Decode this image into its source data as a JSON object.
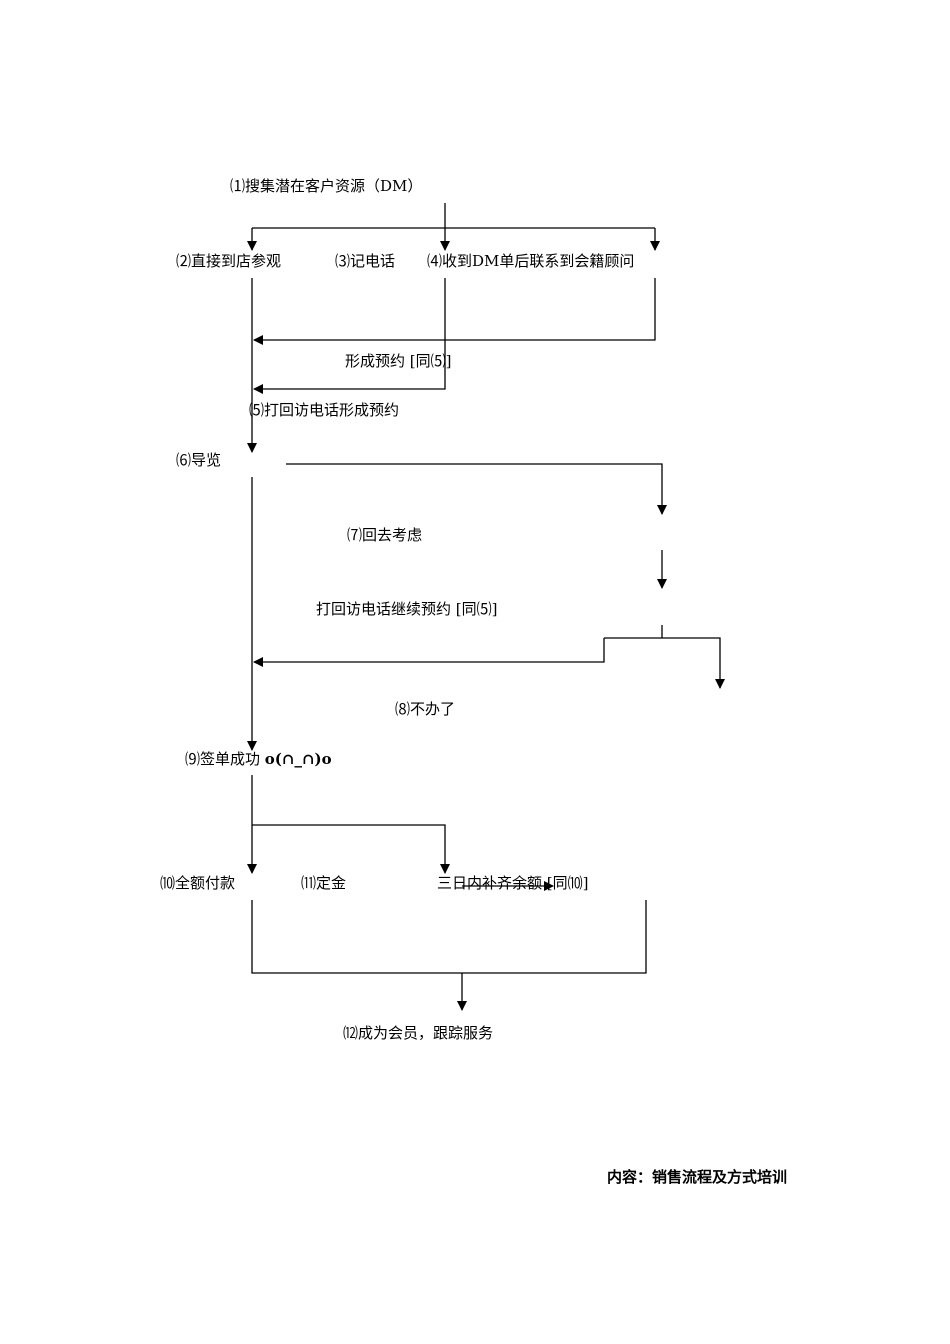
{
  "nodes": {
    "n1": "⑴搜集潜在客户资源（DM）",
    "n2": "⑵直接到店参观",
    "n3": "⑶记电话",
    "n4": "⑷收到DM单后联系到会籍顾问",
    "n4_note": "形成预约 [同⑸]",
    "n5": "⑸打回访电话形成预约",
    "n6": "⑹导览",
    "n7": "⑺回去考虑",
    "n7_note": "打回访电话继续预约 [同⑸]",
    "n8": "⑻不办了",
    "n9": "⑼签单成功",
    "n9_emoticon": "o(∩_∩)o",
    "n10": "⑽全额付款",
    "n11": "⑾定金",
    "n11_note": "三日内补齐余额 [同⑽]",
    "n12": "⑿成为会员，跟踪服务"
  },
  "footer": "内容：销售流程及方式培训"
}
